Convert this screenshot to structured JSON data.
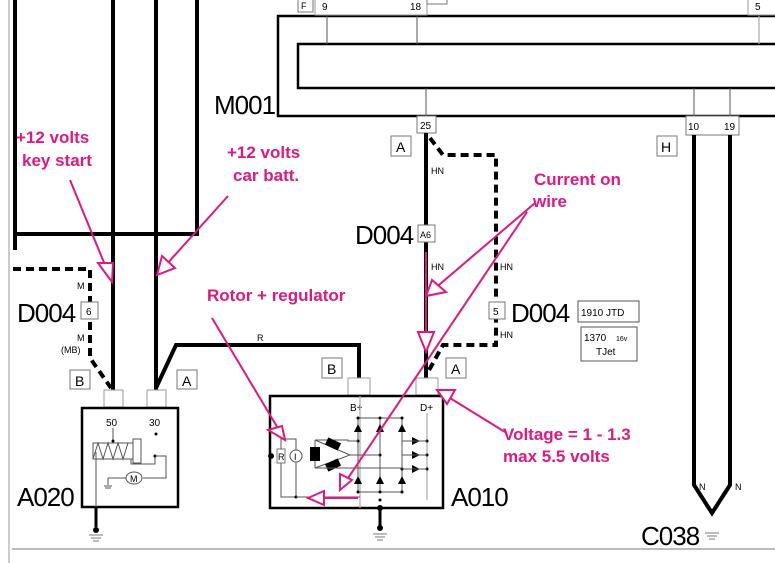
{
  "diagram": {
    "title": "Alternator charging circuit wiring diagram",
    "components": {
      "ecu": {
        "id": "M001",
        "pins_top": [
          "9",
          "18",
          "5"
        ],
        "pins_bottom": [
          "25",
          "10",
          "19"
        ],
        "connector_top": "F"
      },
      "starter": {
        "id": "A020",
        "terminals": [
          "50",
          "30"
        ],
        "motor_symbol": "M"
      },
      "alternator": {
        "id": "A010",
        "terminals": [
          "B+",
          "D+"
        ],
        "regulator_symbols": [
          "R",
          "I"
        ]
      },
      "ground": {
        "id": "C038"
      }
    },
    "connectors": {
      "left_d004": {
        "id": "D004",
        "pin": "6"
      },
      "mid_d004": {
        "id": "D004",
        "pin": "A6"
      },
      "right_d004": {
        "id": "D004",
        "pin": "5"
      },
      "tag_a_ecu": "A",
      "tag_h": "H",
      "tag_b_starter": "B",
      "tag_a_starter": "A",
      "tag_b_alt": "B",
      "tag_a_alt": "A"
    },
    "wire_colors": {
      "m1": "M",
      "m2": "M",
      "mb": "(MB)",
      "r": "R",
      "hn1": "HN",
      "hn2": "HN",
      "hn3": "HN",
      "hn4": "HN",
      "n1": "N",
      "n2": "N"
    },
    "variants": {
      "v1": "1910 JTD",
      "v2_line1": "1370",
      "v2_small": "16v",
      "v2_line2": "TJet"
    },
    "annotations": {
      "key_start_1": "+12 volts",
      "key_start_2": "key start",
      "car_batt_1": "+12 volts",
      "car_batt_2": "car batt.",
      "current_1": "Current on",
      "current_2": "wire",
      "rotor": "Rotor + regulator",
      "voltage_1": "Voltage = 1 - 1.3",
      "voltage_2": "max 5.5 volts"
    },
    "colors": {
      "annotation": "#e0187f",
      "wire": "#000000"
    }
  }
}
